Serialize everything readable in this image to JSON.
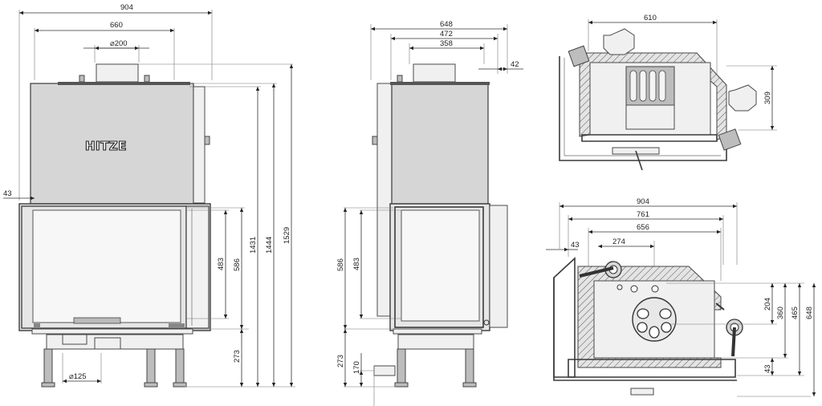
{
  "brand": {
    "logo_text": "HITZE"
  },
  "front_view": {
    "width_overall": "904",
    "width_body": "660",
    "flue_diameter": "⌀200",
    "left_offset": "43",
    "glass_height": "483",
    "opening_height": "586",
    "height_to_top": "1431",
    "height_to_collar": "1444",
    "height_total": "1529",
    "leg_height": "273",
    "air_inlet_diameter": "⌀125"
  },
  "side_view": {
    "depth_overall": "648",
    "depth_body": "472",
    "depth_collar": "358",
    "collar_offset": "42",
    "opening_height": "586",
    "glass_height": "483",
    "leg_height": "273",
    "air_inlet_height": "170"
  },
  "top_section": {
    "width": "610",
    "depth": "309"
  },
  "bottom_section": {
    "width_overall": "904",
    "width_firebox": "761",
    "width_glass": "656",
    "flue_offset": "274",
    "left_offset": "43",
    "depth_inner": "204",
    "depth_mid": "360",
    "depth_outer": "465",
    "depth_total": "648",
    "front_offset": "43"
  }
}
